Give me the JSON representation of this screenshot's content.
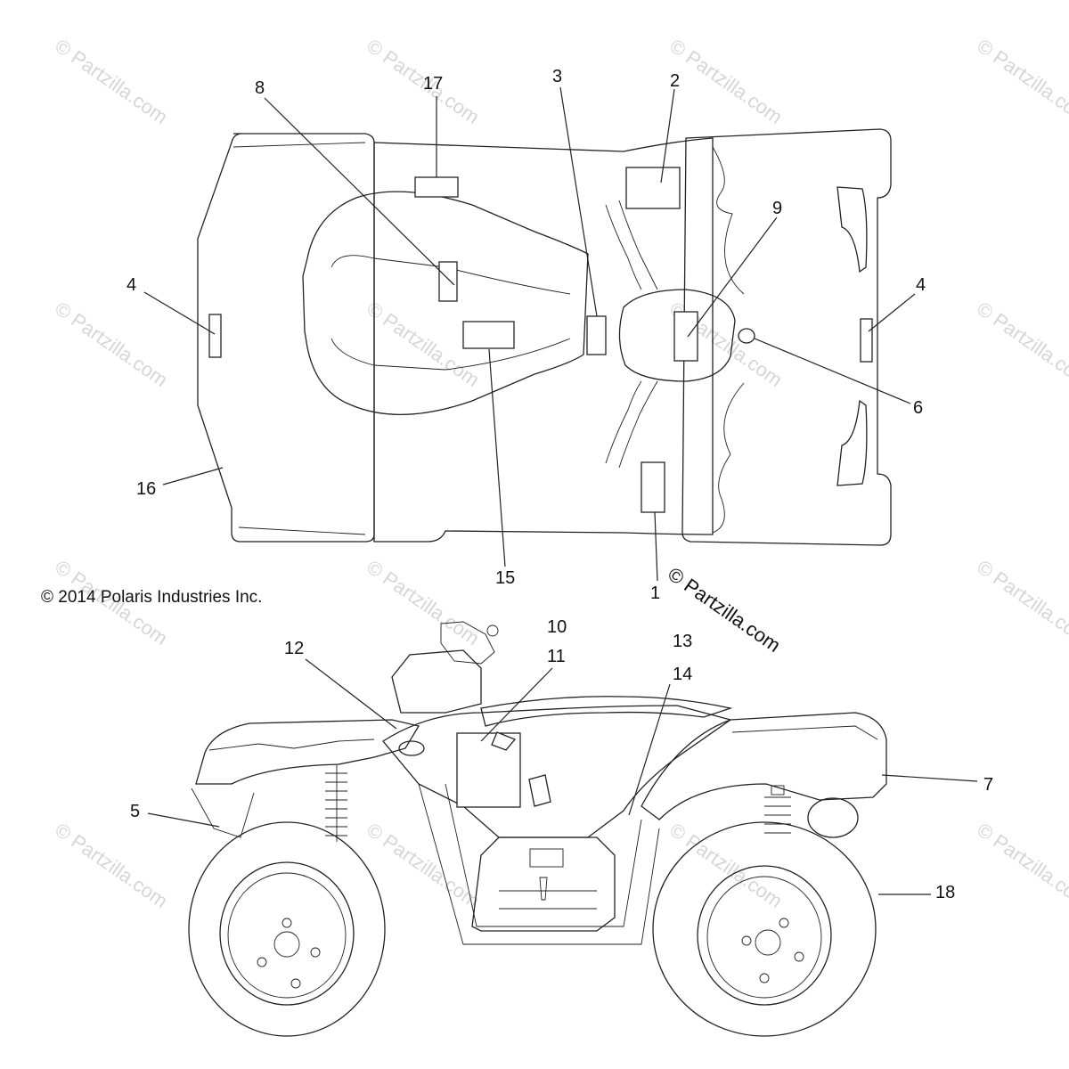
{
  "diagram": {
    "copyright": "© 2014 Polaris Industries Inc.",
    "site_mark": "© Partzilla.com",
    "watermark": "© Partzilla.com",
    "callouts": {
      "c1": "1",
      "c2": "2",
      "c3": "3",
      "c4a": "4",
      "c4b": "4",
      "c5": "5",
      "c6": "6",
      "c7": "7",
      "c8": "8",
      "c9": "9",
      "c10": "10",
      "c11": "11",
      "c12": "12",
      "c13": "13",
      "c14": "14",
      "c15": "15",
      "c16": "16",
      "c17": "17",
      "c18": "18"
    }
  }
}
